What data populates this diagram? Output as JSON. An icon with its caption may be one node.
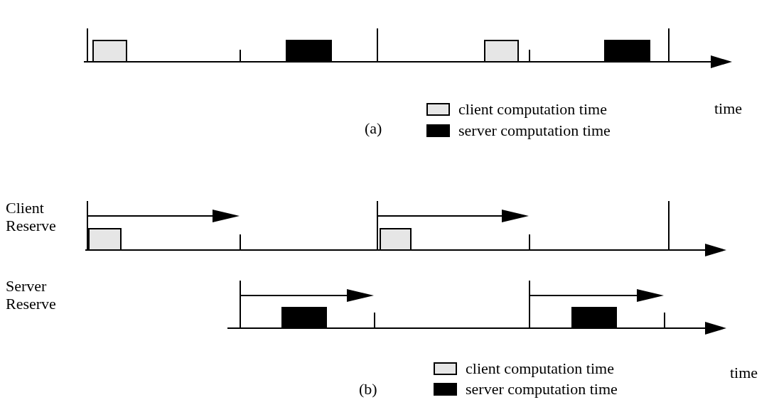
{
  "diagram": {
    "labels": [
      "time",
      "(a)",
      "Client Reserve",
      "Server Reserve",
      "time",
      "(b)"
    ],
    "legend": [
      {
        "text": "client computation time",
        "color": "#e6e6e6"
      },
      {
        "text": "server computation time",
        "color": "#000000"
      },
      {
        "text": "client computation time",
        "color": "#e6e6e6"
      },
      {
        "text": "server computation time",
        "color": "#000000"
      }
    ]
  }
}
